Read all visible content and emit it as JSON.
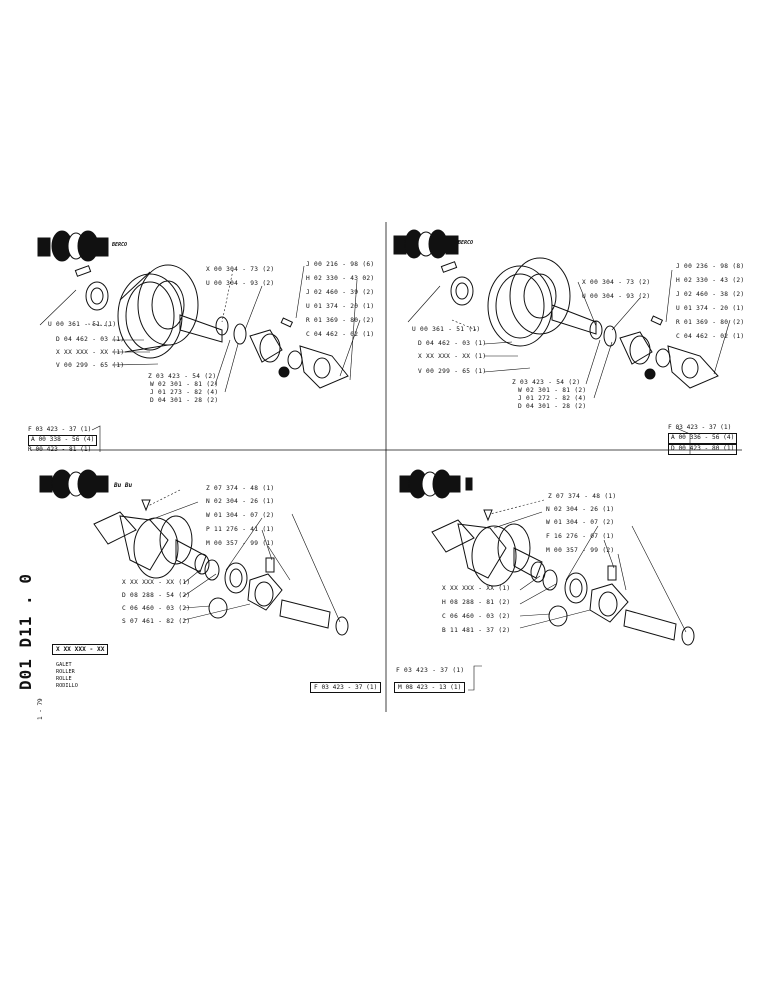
{
  "quadrant_top_left": {
    "brand": "BERCO",
    "labels": [
      "X 00 304 - 73 (2)",
      "U 00 304 - 93 (2)",
      "J 00 216 - 98 (6)",
      "H 02 330 - 43 02)",
      "J 02 460 - 39 (2)",
      "U 01 374 - 20 (1)",
      "R 01 369 - 80 (2)",
      "C 04 462 - 02 (1)",
      "U 00 361 - 51 (1)",
      "D 04 462 - 03 (1)",
      "X XX XXX - XX (1)",
      "V 00 299 - 65 (1)",
      "Z 03 423 - 54 (2)",
      "W 02 301 - 81 (2)",
      "J 01 273 - 82 (4)",
      "D 04 301 - 28 (2)"
    ],
    "ref_box": [
      "F 03 423 - 37 (1)",
      "A 00 338 - 56 (4)",
      "R 00 423 - 81 (1)"
    ]
  },
  "quadrant_top_right": {
    "brand": "BERCO",
    "labels": [
      "X 00 304 - 73 (2)",
      "U 00 304 - 93 (2)",
      "J 00 236 - 98 (8)",
      "H 02 330 - 43 (2)",
      "J 02 460 - 38 (2)",
      "U 01 374 - 20 (1)",
      "R 01 369 - 80 (2)",
      "C 04 462 - 02 (1)",
      "U 00 361 - 51 (1)",
      "D 04 462 - 03 (1)",
      "X XX XXX - XX (1)",
      "V 00 299 - 65 (1)",
      "Z 03 423 - 54 (2)",
      "W 02 301 - 81 (2)",
      "J 01 272 - 82 (4)",
      "D 04 301 - 28 (2)"
    ],
    "ref_box": [
      "F 03 423 - 37 (1)",
      "A 00 336 - 56 (4)",
      "D 00 423 - 80 (1)"
    ]
  },
  "quadrant_bottom_left": {
    "brand": "Bu Bu",
    "labels": [
      "Z 07 374 - 48 (1)",
      "N 02 304 - 26 (1)",
      "W 01 304 - 07 (2)",
      "P 11 276 - 41 (1)",
      "M 00 357 - 99 (1)",
      "X XX XXX - XX (1)",
      "D 08 288 - 54 (2)",
      "C 06 460 - 03 (2)",
      "S 07 461 - 82 (2)"
    ],
    "bottom_box": "F 03 423 - 37 (1)"
  },
  "quadrant_bottom_right": {
    "labels": [
      "Z 07 374 - 48 (1)",
      "N 02 304 - 26 (1)",
      "W 01 304 - 07 (2)",
      "F 16 276 - 07 (1)",
      "M 00 357 - 99 (2)",
      "X XX XXX - XX (1)",
      "H 08 288 - 81 (2)",
      "C 06 460 - 03 (2)",
      "B 11 481 - 37 (2)"
    ],
    "bottom_box_1": "F 03 423 - 37 (1)",
    "bottom_box_2": "M 08 423 - 13 (1)"
  },
  "title_block": {
    "sheet_code": "D01 D11 . 0",
    "date": "1 - 79",
    "part_box": "X XX XXX - XX",
    "names": [
      "GALET",
      "ROLLER",
      "ROLLE",
      "RODILLO"
    ]
  }
}
